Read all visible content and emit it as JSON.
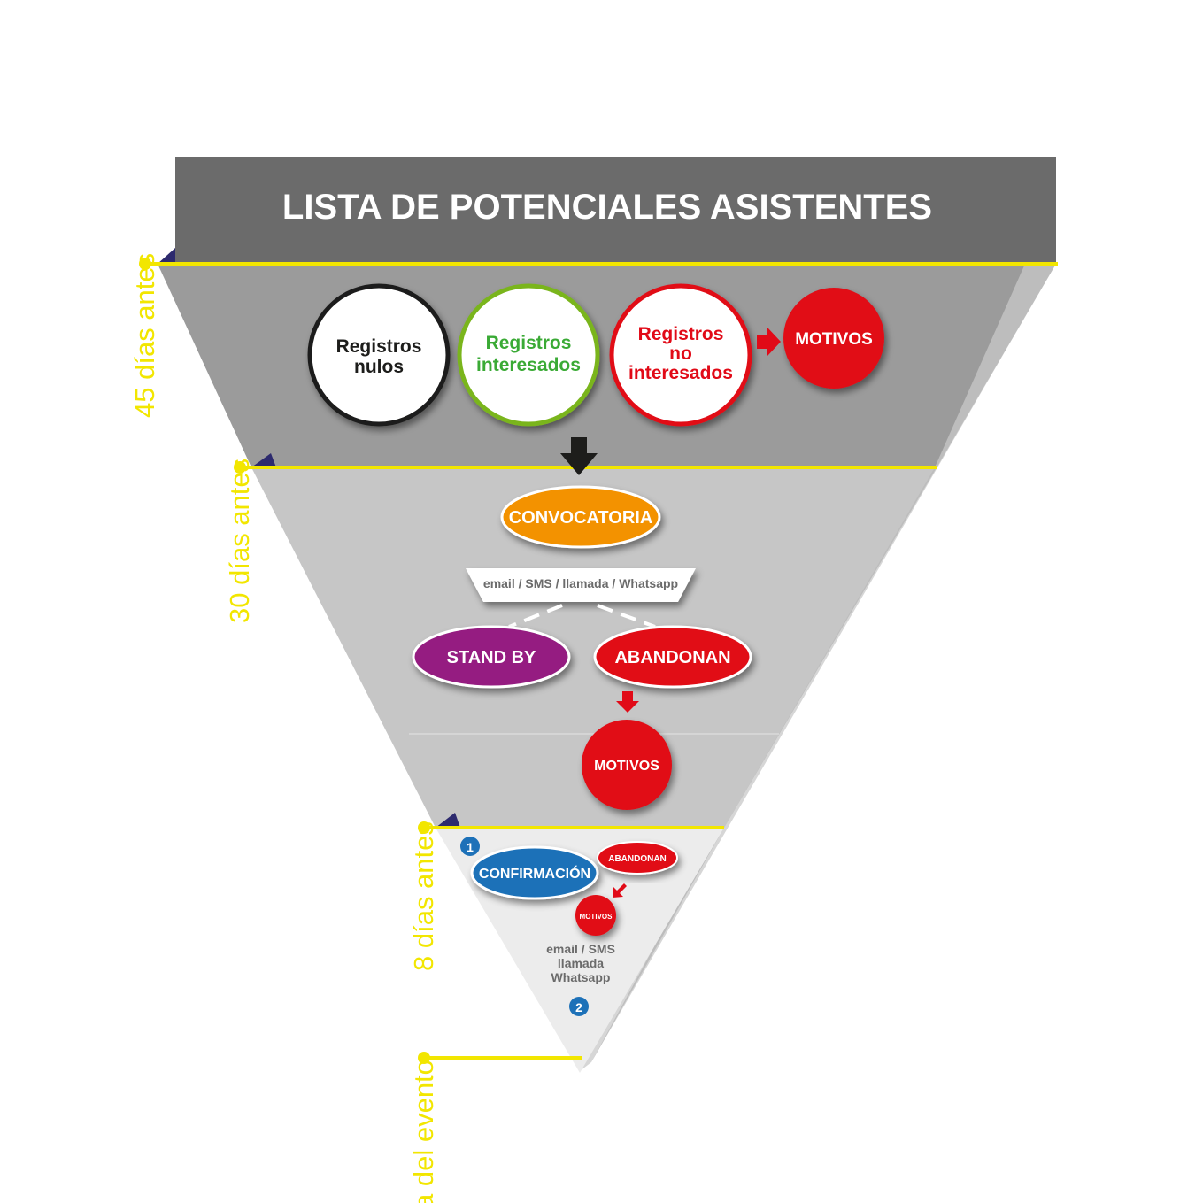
{
  "title": "LISTA DE POTENCIALES ASISTENTES",
  "timeline": {
    "d45": "45 días antes",
    "d30": "30 días antes",
    "d8": "8 días antes",
    "event": "Día del evento"
  },
  "stage1": {
    "nulos_1": "Registros",
    "nulos_2": "nulos",
    "interesados_1": "Registros",
    "interesados_2": "interesados",
    "no_interesados_1": "Registros",
    "no_interesados_2": "no",
    "no_interesados_3": "interesados",
    "motivos": "MOTIVOS"
  },
  "stage2": {
    "convocatoria": "CONVOCATORIA",
    "channels": "email / SMS / llamada / Whatsapp",
    "stand_by": "STAND BY",
    "abandonan": "ABANDONAN",
    "motivos": "MOTIVOS"
  },
  "stage3": {
    "step1": "1",
    "confirmacion": "CONFIRMACIÓN",
    "abandonan": "ABANDONAN",
    "motivos": "MOTIVOS",
    "channels_1": "email / SMS",
    "channels_2": "llamada",
    "channels_3": "Whatsapp",
    "step2": "2"
  },
  "colors": {
    "title_band": "#6b6b6b",
    "level1": "#9b9b9b",
    "level2": "#c6c6c6",
    "level3": "#ececec",
    "yellow": "#f2e600",
    "red": "#e10a17",
    "green": "#7ab51d",
    "orange": "#f39200",
    "purple": "#951b81",
    "blue": "#1d71b8"
  }
}
